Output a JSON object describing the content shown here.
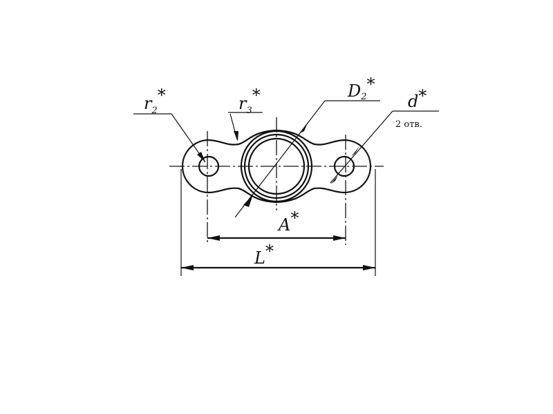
{
  "drawing": {
    "labels": {
      "r2": {
        "main": "r",
        "sub": "2",
        "mark": "*"
      },
      "r3": {
        "main": "r",
        "sub": "3",
        "mark": "*"
      },
      "D2": {
        "main": "D",
        "sub": "2",
        "mark": "*"
      },
      "d": {
        "main": "d",
        "mark": "*"
      },
      "holes_note": "2 отв.",
      "A": {
        "main": "A",
        "mark": "*"
      },
      "L": {
        "main": "L",
        "mark": "*"
      }
    }
  }
}
